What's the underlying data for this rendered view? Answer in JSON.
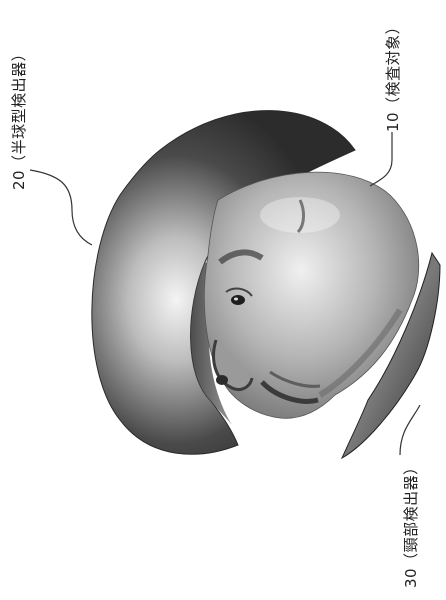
{
  "labels": {
    "hemisphere_detector": "20（半球型検出器）",
    "inspection_target": "10（検査対象）",
    "neck_detector": "30（頸部検出器）"
  },
  "colors": {
    "background": "#ffffff",
    "detector_dark": "#3a3a3a",
    "detector_highlight": "#e6e6e6",
    "face_light": "#d8d8d8",
    "face_shadow": "#6e6e6e",
    "leader_line": "#333333"
  }
}
